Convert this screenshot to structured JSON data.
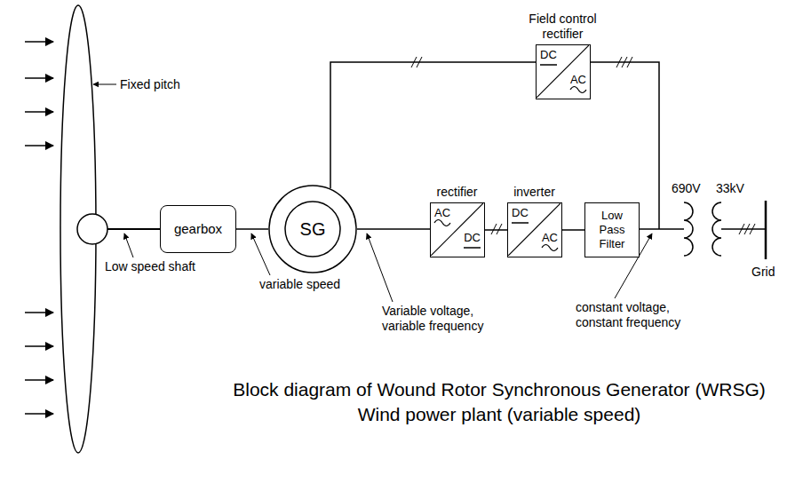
{
  "diagram": {
    "caption": "Block diagram of Wound Rotor Synchronous Generator (WRSG) Wind power plant (variable speed)",
    "nodes": [
      {
        "text": [
          "gearbox"
        ]
      },
      {
        "text": [
          "SG"
        ]
      },
      {
        "text": [
          "rectifier",
          "AC",
          "DC"
        ]
      },
      {
        "text": [
          "inverter",
          "DC",
          "AC"
        ]
      },
      {
        "text": [
          "Low Pass Filter"
        ]
      },
      {
        "text": [
          "Field control rectifier",
          "DC",
          "AC"
        ]
      }
    ],
    "edges": [
      {
        "from": 0,
        "to": 1,
        "arrow": "none"
      },
      {
        "from": 1,
        "to": 2,
        "arrow": "none"
      },
      {
        "from": 2,
        "to": 3,
        "arrow": "none"
      },
      {
        "from": 3,
        "to": 4,
        "arrow": "none"
      },
      {
        "from": 1,
        "to": 5,
        "arrow": "none"
      }
    ],
    "labels": [
      "Fixed pitch",
      "Low speed shaft",
      "variable speed",
      "Variable voltage, variable frequency",
      "constant voltage, constant frequency",
      "690V",
      "33kV",
      "Grid"
    ]
  }
}
